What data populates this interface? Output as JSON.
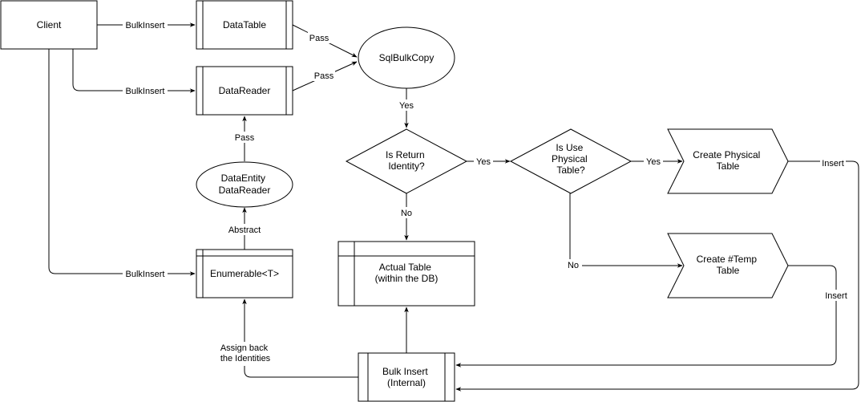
{
  "nodes": {
    "client": "Client",
    "data_table": "DataTable",
    "data_reader": "DataReader",
    "sql_bulk_copy": "SqlBulkCopy",
    "data_entity_reader": [
      "DataEntity",
      "DataReader"
    ],
    "enumerable": "Enumerable<T>",
    "is_return_identity": [
      "Is Return",
      "Identity?"
    ],
    "is_use_physical_table": [
      "Is Use",
      "Physical",
      "Table?"
    ],
    "create_physical_table": [
      "Create Physical",
      "Table"
    ],
    "create_temp_table": [
      "Create #Temp",
      "Table"
    ],
    "actual_table": [
      "Actual Table",
      "(within the DB)"
    ],
    "bulk_insert_internal": [
      "Bulk Insert",
      "(Internal)"
    ]
  },
  "edge_labels": {
    "bulk_insert_1": "BulkInsert",
    "bulk_insert_2": "BulkInsert",
    "bulk_insert_3": "BulkInsert",
    "pass_1": "Pass",
    "pass_2": "Pass",
    "pass_3": "Pass",
    "abstract": "Abstract",
    "yes_1": "Yes",
    "yes_2": "Yes",
    "yes_3": "Yes",
    "no_1": "No",
    "no_2": "No",
    "insert_1": "Insert",
    "insert_2": "Insert",
    "assign_back": [
      "Assign back",
      "the Identities"
    ]
  },
  "colors": {
    "stroke": "#000000",
    "fill": "#ffffff"
  }
}
